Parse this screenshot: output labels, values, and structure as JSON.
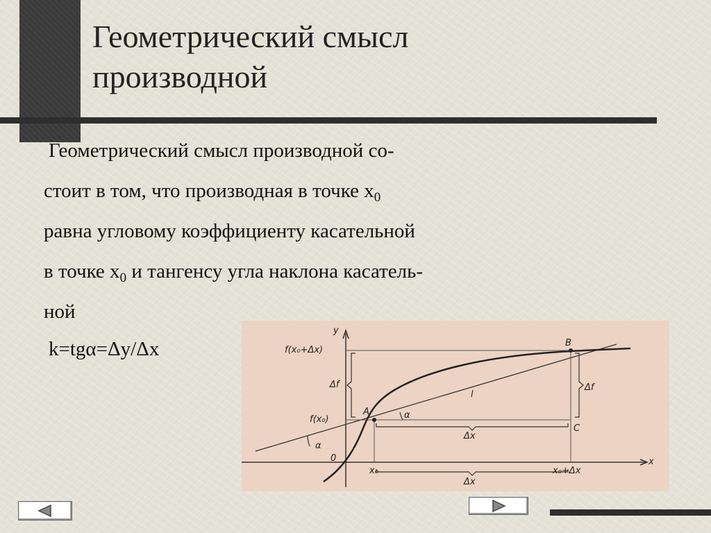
{
  "slide": {
    "title_line1": "Геометрический смысл",
    "title_line2": "производной",
    "body": {
      "line1": "Геометрический смысл производной со-",
      "line2_pre": "стоит в том, что производная в точке x",
      "line2_sub": "0",
      "line3": "равна угловому коэффициенту касательной",
      "line4_pre": "в точке x",
      "line4_sub": "0",
      "line4_post": " и тангенсу угла наклона касатель-",
      "line5": "ной"
    },
    "formula": "k=tgα=Δy/Δx"
  },
  "figure": {
    "axis_y": "y",
    "axis_x": "x",
    "origin": "0",
    "label_fx0dx": "f(x₀+Δx)",
    "label_fx0": "f(x₀)",
    "label_A": "A",
    "label_B": "B",
    "label_C": "C",
    "label_l": "l",
    "label_alpha1": "α",
    "label_alpha2": "α",
    "label_df_left": "Δf",
    "label_df_right": "Δf",
    "label_dx_mid": "Δx",
    "label_dx_bottom": "Δx",
    "label_x0": "x₀",
    "label_x0dx": "x₀+Δx"
  },
  "nav": {
    "prev_icon": "triangle-left-icon",
    "next_icon": "triangle-right-icon"
  },
  "colors": {
    "dark_bar": "#2e2e2e",
    "background": "#e4e2d6",
    "figure_bg": "#ecd3c3"
  }
}
